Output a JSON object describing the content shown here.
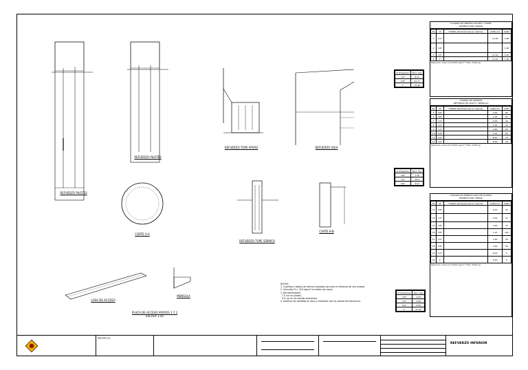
{
  "drawing_title": "REFUERZO INFERIOR",
  "elevation_labels": {
    "elev1": "REFUERZO PILOTES",
    "elev2": "REFUERZO PILOTES",
    "detail_top_mid": "REFUERZO TOPE APOYO",
    "detail_right": "REFUERZO VIGA",
    "section_circle": "CORTE A-A",
    "section_mid": "REFUERZO TOPE SÍSMICO",
    "section_right": "CORTE B-B",
    "access_slab": "LOSA DE ACCESO",
    "plan_access": "PLACA DE ACCESO APOYOS 1 Y 2",
    "plan_access_scale": "ESCALA 1:50",
    "mensula": "MENSULA"
  },
  "notes": {
    "title": "NOTAS:",
    "items": [
      "1. Cuantías y tablas de hierros indicadas son para el refuerzo de una unidad.",
      "2. Concreto f'c= 210 kg/cm² en todos los casos.",
      "3. Recubrimientos:",
      "   - 7.5 cm en pilotes.",
      "   - 5.0 cm en los demás elementos.",
      "4. Verificar las medidas en obra y coordinar con los planos de estructura."
    ]
  },
  "small_tables": [
    {
      "headers": [
        "Ø (Pulgadas)",
        "Peso (kg)"
      ],
      "rows": [
        [
          "1/2\"",
          "8.01"
        ],
        [
          "5/8\"",
          "22.77"
        ],
        [
          "1\"",
          "15.99"
        ]
      ]
    },
    {
      "headers": [
        "Ø (Pulgadas)",
        "Peso (kg)"
      ],
      "rows": [
        [
          "3/8\"",
          "1.58"
        ],
        [
          "1/2\"",
          "46.0"
        ],
        [
          "5/8\"",
          "5.67"
        ]
      ]
    },
    {
      "headers": [
        "Ø (Pulgadas)",
        "Peso (kg)"
      ],
      "rows": [
        [
          "3/8\"",
          "10.8"
        ],
        [
          "1/2\"",
          "3.68"
        ],
        [
          "5/8\"",
          "9.66"
        ],
        [
          "1\"",
          "23.92"
        ]
      ]
    }
  ],
  "schedules": [
    {
      "title": "CUADRO DE HIERROS PILOTES Y TOPES",
      "subtitle": "DESPIECE POR UNIDAD",
      "headers": [
        "No",
        "Ø",
        "FORMA (Dimensiones en metros)",
        "LONG (m)",
        "CANT"
      ],
      "rows": [
        [
          "1",
          "1/2\"",
          "",
          "12.60",
          "1.98"
        ],
        [
          "2",
          "5/8\"",
          "",
          "",
          "1.98"
        ],
        [
          "3",
          "1/2\"",
          "",
          "12.20",
          "2.40"
        ],
        [
          "4",
          "1\"",
          "",
          "12.20",
          "1.98"
        ]
      ],
      "footer": "Resumen: Acero fy=4200 kg/cm² Total: 1094 kg"
    },
    {
      "title": "CUADRO DE HIERROS",
      "subtitle": "REFUERZO DE APOYO Y MENSULA",
      "headers": [
        "No",
        "Ø",
        "FORMA (Dimensiones en metros)",
        "LONG (m)",
        "CANT"
      ],
      "rows": [
        [
          "5",
          "3/8\"",
          "",
          "0.95",
          "80"
        ],
        [
          "6",
          "3/8\"",
          "",
          "1.00",
          "80"
        ],
        [
          "7",
          "1/2\"",
          "",
          "0.95",
          "40"
        ],
        [
          "8",
          "1/2\"",
          "",
          "1.00",
          "40"
        ],
        [
          "9",
          "1/2\"",
          "",
          "0.80",
          "80"
        ],
        [
          "10",
          "5/8\"",
          "",
          "1.20",
          "80"
        ],
        [
          "11",
          "5/8\"",
          "",
          "8.20",
          "16"
        ],
        [
          "12",
          "1/2\"",
          "",
          "8.20",
          "16"
        ]
      ],
      "footer": "Resumen: Acero fy=4200 kg/cm² Total: 1230 kg"
    },
    {
      "title": "CUADRO DE HIERROS LOSA DE ACCESO",
      "subtitle": "DESPIECE POR UNIDAD",
      "headers": [
        "No",
        "Ø",
        "FORMA (Dimensiones en metros)",
        "LONG (m)",
        "CANT"
      ],
      "rows": [
        [
          "13",
          "5/8\"",
          "",
          "6.20",
          "42"
        ],
        [
          "14",
          "1/2\"",
          "",
          "4.90",
          "32"
        ],
        [
          "15",
          "3/8\"",
          "",
          "4.90",
          "32"
        ],
        [
          "16",
          "3/8\"",
          "",
          "1.20",
          "100"
        ],
        [
          "17",
          "1/2\"",
          "",
          "3.60",
          "36"
        ],
        [
          "18",
          "5/8\"",
          "",
          "3.60",
          "36"
        ],
        [
          "19",
          "1/2\"",
          "",
          "6.20",
          "6"
        ],
        [
          "20",
          "1\"",
          "",
          "6.20",
          "6"
        ]
      ],
      "footer": "Resumen: Acero fy=4200 kg/cm² Total: 2044 kg"
    }
  ],
  "title_block": {
    "project_label": "PROYECTO:",
    "sheet_label": "REFUERZO INFERIOR"
  }
}
